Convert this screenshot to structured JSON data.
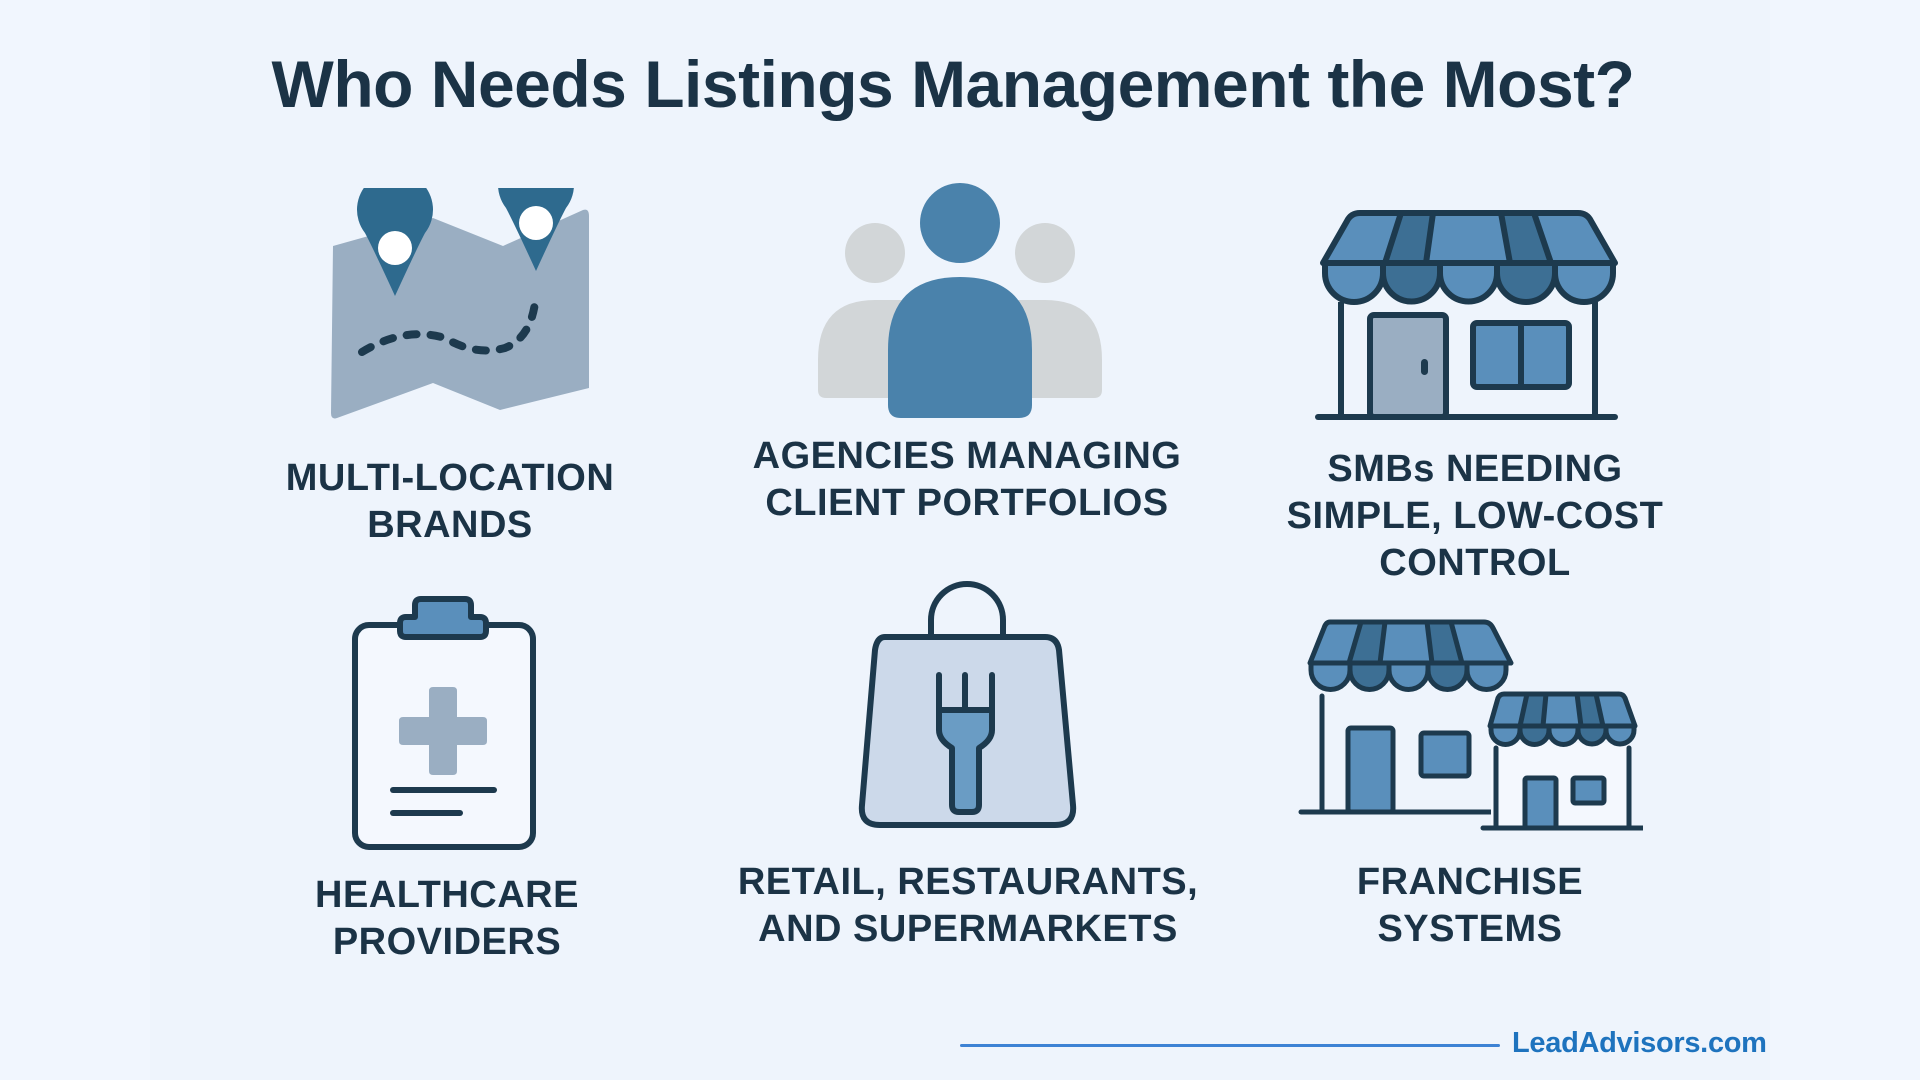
{
  "title": "Who Needs Listings Management the Most?",
  "colors": {
    "background": "#f1f6fe",
    "text": "#1b3346",
    "icon_stroke": "#1d3a4e",
    "accent_blue": "#5a8fbb",
    "accent_dark": "#3d6f94",
    "pin_teal": "#2e6a8e",
    "map_gray": "#9aaec2",
    "person_blue": "#4a82ab",
    "person_gray": "#d2d6d8",
    "bag_fill": "#ccd9ea",
    "brand_blue": "#1e73be"
  },
  "segments": [
    {
      "icon": "map-pins-icon",
      "line1": "MULTI-LOCATION",
      "line2": "BRANDS",
      "line3": ""
    },
    {
      "icon": "people-group-icon",
      "line1": "AGENCIES MANAGING",
      "line2": "CLIENT PORTFOLIOS",
      "line3": ""
    },
    {
      "icon": "storefront-icon",
      "line1": "SMBs NEEDING",
      "line2": "SIMPLE, LOW-COST",
      "line3": "CONTROL"
    },
    {
      "icon": "medical-clipboard-icon",
      "line1": "HEALTHCARE",
      "line2": "PROVIDERS",
      "line3": ""
    },
    {
      "icon": "shopping-bag-fork-icon",
      "line1": "RETAIL, RESTAURANTS,",
      "line2": "AND SUPERMARKETS",
      "line3": ""
    },
    {
      "icon": "franchise-stores-icon",
      "line1": "FRANCHISE",
      "line2": "SYSTEMS",
      "line3": ""
    }
  ],
  "footer": {
    "brand": "LeadAdvisors.com"
  }
}
